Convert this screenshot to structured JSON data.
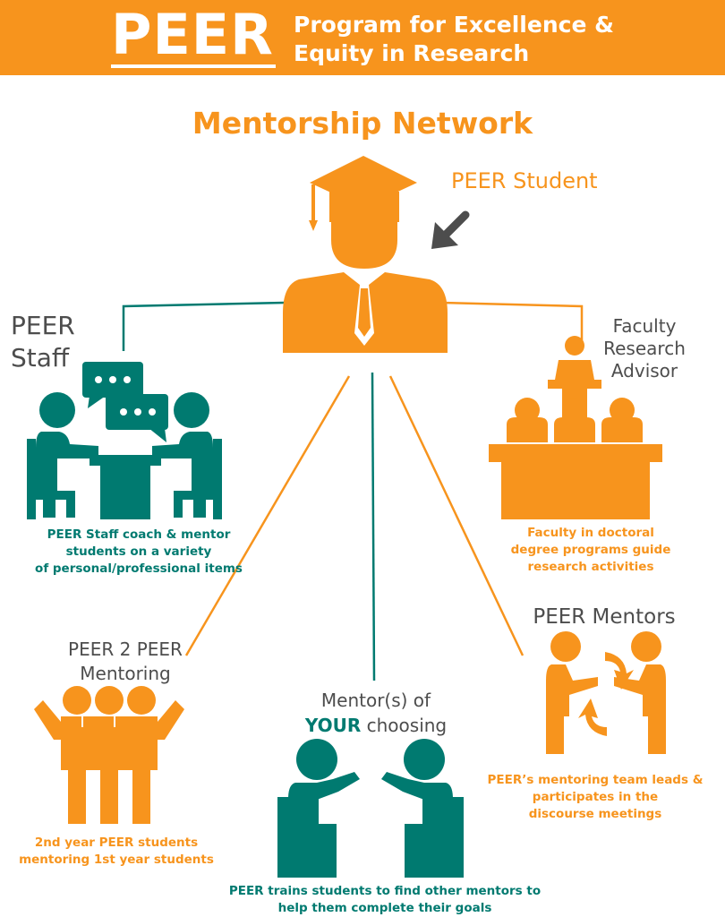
{
  "header": {
    "logo": "PEER",
    "program_line1": "Program for Excellence &",
    "program_line2": "Equity in Research"
  },
  "title": "Mentorship Network",
  "nodes": {
    "student": {
      "label": "PEER Student"
    },
    "staff": {
      "label_line1": "PEER",
      "label_line2": "Staff",
      "desc_line1": "PEER Staff coach & mentor",
      "desc_line2": "students on a variety",
      "desc_line3": "of personal/professional items"
    },
    "faculty": {
      "label_line1": "Faculty",
      "label_line2": "Research",
      "label_line3": "Advisor",
      "desc_line1": "Faculty in doctoral",
      "desc_line2": "degree programs guide",
      "desc_line3": "research activities"
    },
    "peer2peer": {
      "label_line1": "PEER 2 PEER",
      "label_line2": "Mentoring",
      "desc_line1": "2nd year PEER students",
      "desc_line2": "mentoring 1st year students"
    },
    "choosing": {
      "label_line1": "Mentor(s) of",
      "label_emph": "YOUR",
      "label_rest": " choosing",
      "desc_line1": "PEER trains students to find other mentors to",
      "desc_line2": "help them complete their goals"
    },
    "mentors": {
      "label": "PEER Mentors",
      "desc_line1": "PEER’s mentoring team leads &",
      "desc_line2": "participates in the",
      "desc_line3": "discourse meetings"
    }
  },
  "colors": {
    "orange": "#f7941d",
    "teal": "#007a70",
    "gray": "#4d4d4d"
  }
}
